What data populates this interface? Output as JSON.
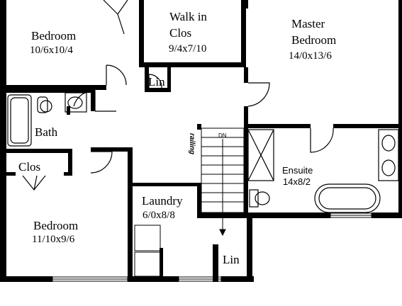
{
  "rooms": {
    "bedroom_top": {
      "name": "Bedroom",
      "size": "10/6x10/4"
    },
    "walk_in": {
      "name_line1": "Walk in",
      "name_line2": "Clos",
      "size": "9/4x7/10"
    },
    "master": {
      "name_line1": "Master",
      "name_line2": "Bedroom",
      "size": "14/0x13/6"
    },
    "lin_top": {
      "name": "Lin"
    },
    "bath": {
      "name": "Bath"
    },
    "clos": {
      "name": "Clos"
    },
    "ensuite": {
      "name": "Ensuite",
      "size": "14x8/2"
    },
    "laundry": {
      "name": "Laundry",
      "size": "6/0x8/8"
    },
    "bedroom_bottom": {
      "name": "Bedroom",
      "size": "11/10x9/6"
    },
    "lin_bottom": {
      "name": "Lin"
    }
  },
  "stairs": {
    "direction": "DN",
    "railing": "railing"
  },
  "colors": {
    "wall": "#000000",
    "background": "#ffffff",
    "fixture": "#000000"
  }
}
